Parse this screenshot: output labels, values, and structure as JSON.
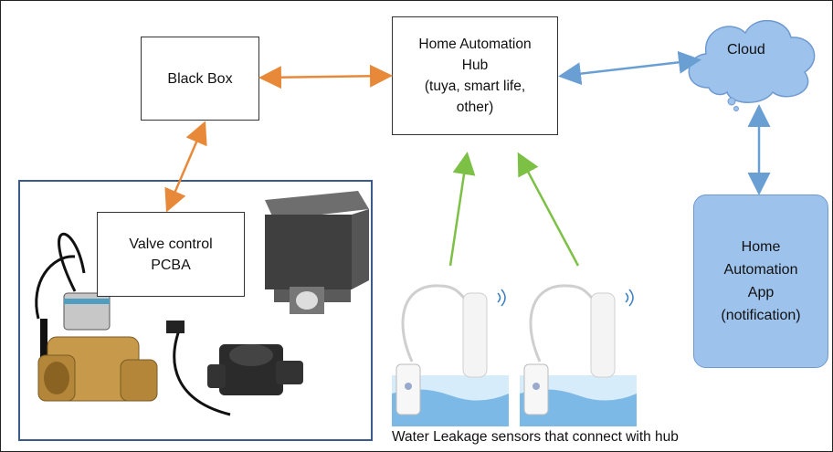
{
  "boxes": {
    "black_box": "Black Box",
    "hub": "Home Automation\nHub\n(tuya, smart life,\nother)",
    "valve_control": "Valve control\nPCBA",
    "cloud": "Cloud",
    "app": "Home\nAutomation\nApp\n(notification)"
  },
  "caption": "Water Leakage sensors that connect with hub",
  "colors": {
    "orange_arrow": "#e8893a",
    "blue_arrow": "#6a9fd4",
    "green_arrow": "#7cc146",
    "cloud_fill": "#9dc2ec",
    "panel_border": "#3a5a8a"
  },
  "icons": {
    "valve": "solenoid-valve-image",
    "flow_sensor": "flow-sensor-image",
    "enclosure": "enclosure-3d-image",
    "sensor": "water-leak-sensor-image",
    "wifi": "wifi-icon"
  }
}
